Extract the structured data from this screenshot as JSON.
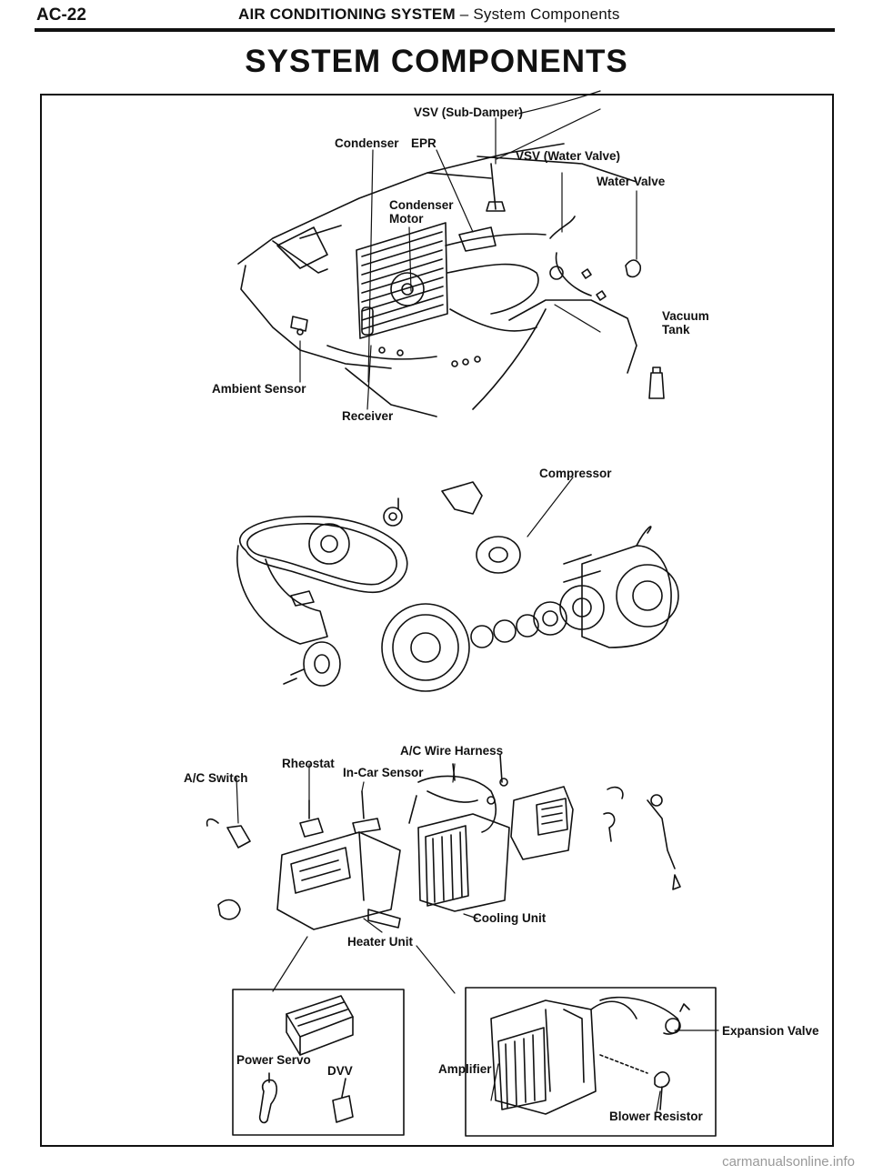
{
  "header": {
    "page_number": "AC-22",
    "section": "AIR CONDITIONING SYSTEM",
    "subsection": "– System Components"
  },
  "title": "SYSTEM COMPONENTS",
  "labels": {
    "vsv_sub_damper": "VSV (Sub-Damper)",
    "condenser": "Condenser",
    "epr": "EPR",
    "vsv_water_valve": "VSV (Water Valve)",
    "water_valve": "Water Valve",
    "condenser_motor": "Condenser\nMotor",
    "vacuum_tank": "Vacuum\nTank",
    "ambient_sensor": "Ambient Sensor",
    "receiver": "Receiver",
    "compressor": "Compressor",
    "ac_wire_harness": "A/C Wire Harness",
    "rheostat": "Rheostat",
    "in_car_sensor": "In-Car Sensor",
    "ac_switch": "A/C Switch",
    "cooling_unit": "Cooling Unit",
    "heater_unit": "Heater Unit",
    "power_servo": "Power Servo",
    "dvv": "DVV",
    "amplifier": "Amplifier",
    "expansion_valve": "Expansion Valve",
    "blower_resistor": "Blower Resistor"
  },
  "watermark": "carmanualsonline.info"
}
